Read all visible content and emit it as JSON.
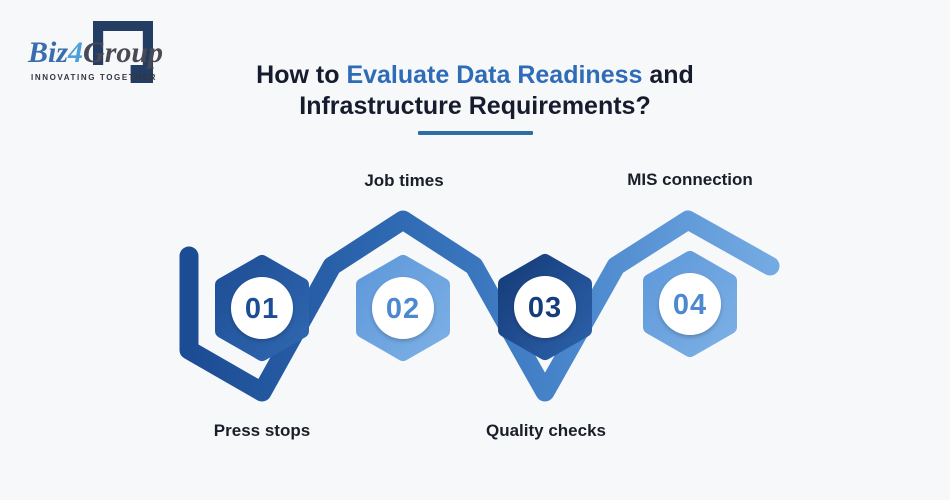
{
  "logo": {
    "brand_prefix": "Biz",
    "brand_mid": "4",
    "brand_suffix": "Group",
    "tagline": "INNOVATING TOGETHER"
  },
  "title": {
    "prefix": "How to",
    "highlight": "Evaluate Data Readiness",
    "suffix": "and",
    "line2": "Infrastructure Requirements?"
  },
  "steps": [
    {
      "number": "01",
      "label": "Press stops",
      "label_position": "below",
      "number_color": "#1d4d95",
      "hex_color_a": "#1e4e96",
      "hex_color_b": "#2f67af"
    },
    {
      "number": "02",
      "label": "Job times",
      "label_position": "above",
      "number_color": "#4c89ce",
      "hex_color_a": "#5f99da",
      "hex_color_b": "#7cafe5"
    },
    {
      "number": "03",
      "label": "Quality checks",
      "label_position": "below",
      "number_color": "#163d7b",
      "hex_color_a": "#153c79",
      "hex_color_b": "#2c60a9"
    },
    {
      "number": "04",
      "label": "MIS connection",
      "label_position": "above",
      "number_color": "#4c89ce",
      "hex_color_a": "#5f99da",
      "hex_color_b": "#7cafe5"
    }
  ],
  "colors": {
    "background": "#f7f8fa",
    "title_dark": "#161c2d",
    "title_highlight": "#2e6cb7",
    "underline": "#2e6da6",
    "ribbon_start": "#1c4c93",
    "ribbon_mid1": "#2e69b2",
    "ribbon_mid2": "#4885cb",
    "ribbon_end": "#74aae3",
    "circle_fill": "#ffffff",
    "logo_mark": "#243d63",
    "logo_blue": "#3a6dae",
    "logo_four": "#4da0d8",
    "logo_gray": "#4a4a55"
  }
}
